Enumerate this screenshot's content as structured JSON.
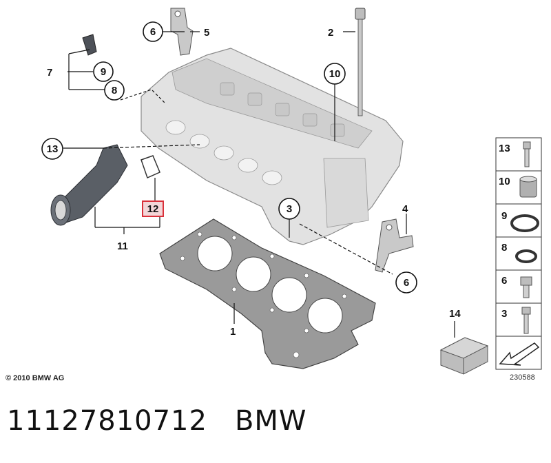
{
  "callouts": {
    "c1": "1",
    "c2": "2",
    "c3": "3",
    "c4": "4",
    "c5": "5",
    "c6a": "6",
    "c6b": "6",
    "c7": "7",
    "c8": "8",
    "c9": "9",
    "c10": "10",
    "c11": "11",
    "c12": "12",
    "c13": "13",
    "c14": "14"
  },
  "legend": {
    "l13": "13",
    "l10": "10",
    "l9": "9",
    "l8": "8",
    "l6": "6",
    "l3": "3"
  },
  "copyright": "© 2010 BMW AG",
  "diagram_number": "230588",
  "part_number": "11127810712",
  "brand": "BMW",
  "colors": {
    "highlight": "#d9303a",
    "part_gray": "#d6d6d6",
    "outline": "#555555"
  }
}
